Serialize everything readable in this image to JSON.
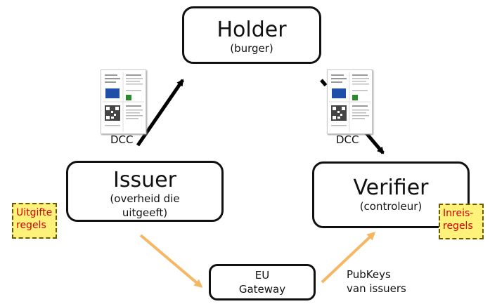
{
  "nodes": {
    "holder": {
      "title": "Holder",
      "subtitle": "(burger)"
    },
    "issuer": {
      "title": "Issuer",
      "subtitle_line1": "(overheid die",
      "subtitle_line2": "uitgeeft)"
    },
    "verifier": {
      "title": "Verifier",
      "subtitle": "(controleur)"
    },
    "gateway": {
      "line1": "EU",
      "line2": "Gateway"
    }
  },
  "rule_notes": {
    "issuance": {
      "line1": "Uitgifte",
      "line2": "regels"
    },
    "travel": {
      "line1": "Inreis-",
      "line2": "regels"
    }
  },
  "labels": {
    "dcc_left": "DCC",
    "dcc_right": "DCC",
    "pubkeys_line1": "PubKeys",
    "pubkeys_line2": "van issuers"
  },
  "colors": {
    "box_border": "#111111",
    "arrow_primary": "#000000",
    "arrow_secondary": "#f5b763",
    "note_fill": "#fff27a",
    "note_text": "#d40000",
    "eu_flag": "#1f4fa8"
  },
  "icons": {
    "certificate_document": "dcc-certificate-icon",
    "eu_flag": "eu-flag-icon",
    "qr_code": "qr-code-icon"
  }
}
